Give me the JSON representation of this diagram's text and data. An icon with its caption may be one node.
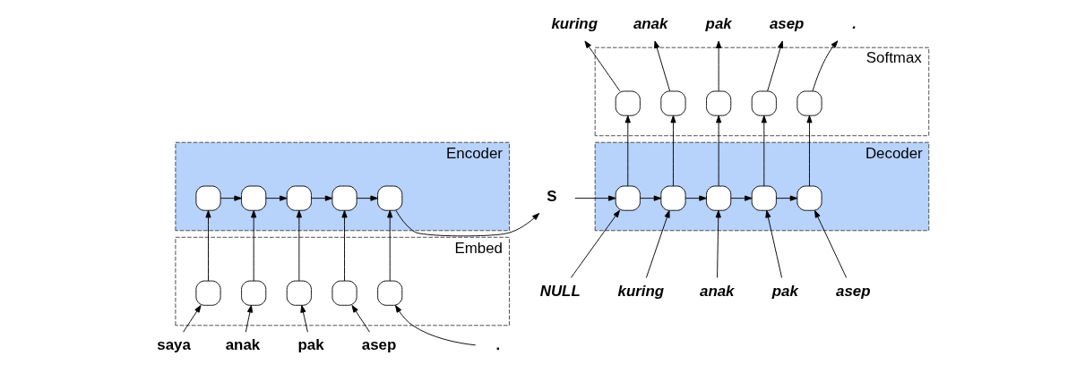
{
  "diagram": {
    "nodes": [
      {
        "text": [
          "Encoder"
        ]
      },
      {
        "text": [],
        "shape": "box",
        "in": 0
      },
      {
        "text": [],
        "shape": "box",
        "in": 0
      },
      {
        "text": [],
        "shape": "box",
        "in": 0
      },
      {
        "text": [],
        "shape": "box",
        "in": 0
      },
      {
        "text": [],
        "shape": "box",
        "in": 0
      },
      {
        "text": [
          "Embed"
        ]
      },
      {
        "text": [],
        "shape": "box",
        "in": 6
      },
      {
        "text": [],
        "shape": "box",
        "in": 6
      },
      {
        "text": [],
        "shape": "box",
        "in": 6
      },
      {
        "text": [],
        "shape": "box",
        "in": 6
      },
      {
        "text": [],
        "shape": "box",
        "in": 6
      },
      {
        "text": [
          "saya"
        ]
      },
      {
        "text": [
          "anak"
        ]
      },
      {
        "text": [
          "pak"
        ]
      },
      {
        "text": [
          "asep"
        ]
      },
      {
        "text": [
          "."
        ]
      },
      {
        "text": [
          "S"
        ]
      },
      {
        "text": [
          "Decoder"
        ]
      },
      {
        "text": [],
        "shape": "box",
        "in": 18
      },
      {
        "text": [],
        "shape": "box",
        "in": 18
      },
      {
        "text": [],
        "shape": "box",
        "in": 18
      },
      {
        "text": [],
        "shape": "box",
        "in": 18
      },
      {
        "text": [],
        "shape": "box",
        "in": 18
      },
      {
        "text": [
          "Softmax"
        ]
      },
      {
        "text": [],
        "shape": "box",
        "in": 24
      },
      {
        "text": [],
        "shape": "box",
        "in": 24
      },
      {
        "text": [],
        "shape": "box",
        "in": 24
      },
      {
        "text": [],
        "shape": "box",
        "in": 24
      },
      {
        "text": [],
        "shape": "box",
        "in": 24
      },
      {
        "text": [
          "NULL"
        ]
      },
      {
        "text": [
          "kuring"
        ]
      },
      {
        "text": [
          "anak"
        ]
      },
      {
        "text": [
          "pak"
        ]
      },
      {
        "text": [
          "asep"
        ]
      },
      {
        "text": [
          "kuring"
        ]
      },
      {
        "text": [
          "anak"
        ]
      },
      {
        "text": [
          "pak"
        ]
      },
      {
        "text": [
          "asep"
        ]
      },
      {
        "text": [
          "."
        ]
      }
    ],
    "edges": [
      {
        "from": 12,
        "to": 7,
        "arrow": "to"
      },
      {
        "from": 13,
        "to": 8,
        "arrow": "to"
      },
      {
        "from": 14,
        "to": 9,
        "arrow": "to"
      },
      {
        "from": 15,
        "to": 10,
        "arrow": "to"
      },
      {
        "from": 16,
        "to": 11,
        "arrow": "to"
      },
      {
        "from": 7,
        "to": 1,
        "arrow": "to"
      },
      {
        "from": 8,
        "to": 2,
        "arrow": "to"
      },
      {
        "from": 9,
        "to": 3,
        "arrow": "to"
      },
      {
        "from": 10,
        "to": 4,
        "arrow": "to"
      },
      {
        "from": 11,
        "to": 5,
        "arrow": "to"
      },
      {
        "from": 1,
        "to": 2,
        "arrow": "to"
      },
      {
        "from": 2,
        "to": 3,
        "arrow": "to"
      },
      {
        "from": 3,
        "to": 4,
        "arrow": "to"
      },
      {
        "from": 4,
        "to": 5,
        "arrow": "to"
      },
      {
        "from": 5,
        "to": 17,
        "arrow": "to"
      },
      {
        "from": 17,
        "to": 19,
        "arrow": "to"
      },
      {
        "from": 19,
        "to": 20,
        "arrow": "to"
      },
      {
        "from": 20,
        "to": 21,
        "arrow": "to"
      },
      {
        "from": 21,
        "to": 22,
        "arrow": "to"
      },
      {
        "from": 22,
        "to": 23,
        "arrow": "to"
      },
      {
        "from": 30,
        "to": 19,
        "arrow": "to"
      },
      {
        "from": 31,
        "to": 20,
        "arrow": "to"
      },
      {
        "from": 32,
        "to": 21,
        "arrow": "to"
      },
      {
        "from": 33,
        "to": 22,
        "arrow": "to"
      },
      {
        "from": 34,
        "to": 23,
        "arrow": "to"
      },
      {
        "from": 19,
        "to": 25,
        "arrow": "to"
      },
      {
        "from": 20,
        "to": 26,
        "arrow": "to"
      },
      {
        "from": 21,
        "to": 27,
        "arrow": "to"
      },
      {
        "from": 22,
        "to": 28,
        "arrow": "to"
      },
      {
        "from": 23,
        "to": 29,
        "arrow": "to"
      },
      {
        "from": 25,
        "to": 35,
        "arrow": "to"
      },
      {
        "from": 26,
        "to": 36,
        "arrow": "to"
      },
      {
        "from": 27,
        "to": 37,
        "arrow": "to"
      },
      {
        "from": 28,
        "to": 38,
        "arrow": "to"
      },
      {
        "from": 29,
        "to": 39,
        "arrow": "to"
      }
    ]
  }
}
